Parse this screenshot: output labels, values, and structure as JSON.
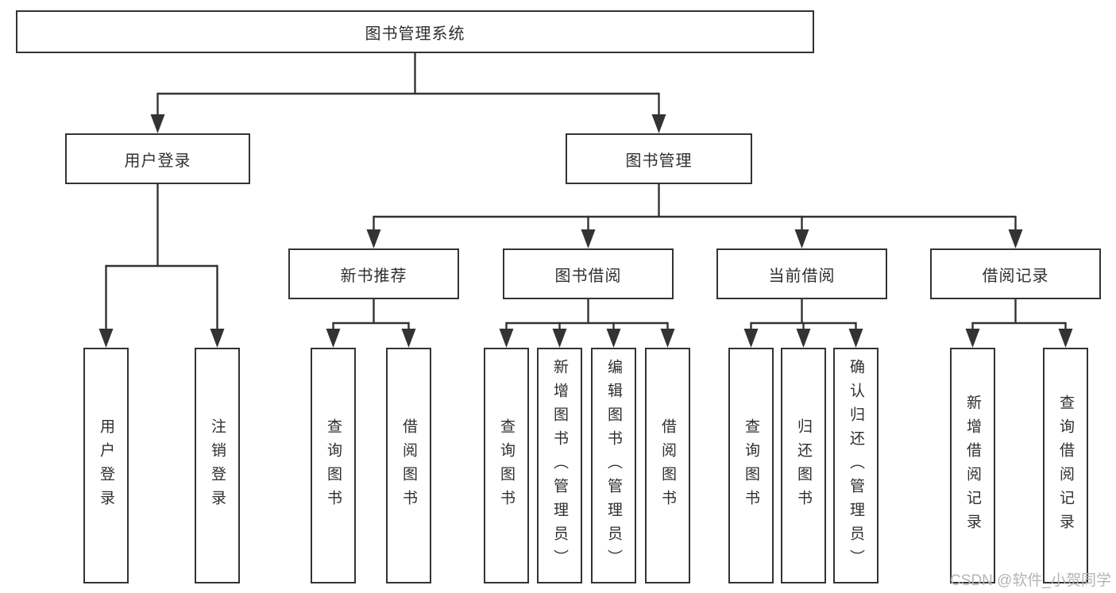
{
  "tree": {
    "label": "图书管理系统",
    "children": [
      {
        "label": "用户登录",
        "children": [
          {
            "label": "用户登录"
          },
          {
            "label": "注销登录"
          }
        ]
      },
      {
        "label": "图书管理",
        "children": [
          {
            "label": "新书推荐",
            "children": [
              {
                "label": "查询图书"
              },
              {
                "label": "借阅图书"
              }
            ]
          },
          {
            "label": "图书借阅",
            "children": [
              {
                "label": "查询图书"
              },
              {
                "label": "新增图书（管理员）"
              },
              {
                "label": "编辑图书（管理员）"
              },
              {
                "label": "借阅图书"
              }
            ]
          },
          {
            "label": "当前借阅",
            "children": [
              {
                "label": "查询图书"
              },
              {
                "label": "归还图书"
              },
              {
                "label": "确认归还（管理员）"
              }
            ]
          },
          {
            "label": "借阅记录",
            "children": [
              {
                "label": "新增借阅记录"
              },
              {
                "label": "查询借阅记录"
              }
            ]
          }
        ]
      }
    ]
  },
  "watermark": "CSDN @软件_小贺同学",
  "colors": {
    "line": "#333333",
    "text": "#2f2f2f",
    "box_background": "#ffffff",
    "background": "#ffffff",
    "watermark": "#b4b4b4"
  }
}
